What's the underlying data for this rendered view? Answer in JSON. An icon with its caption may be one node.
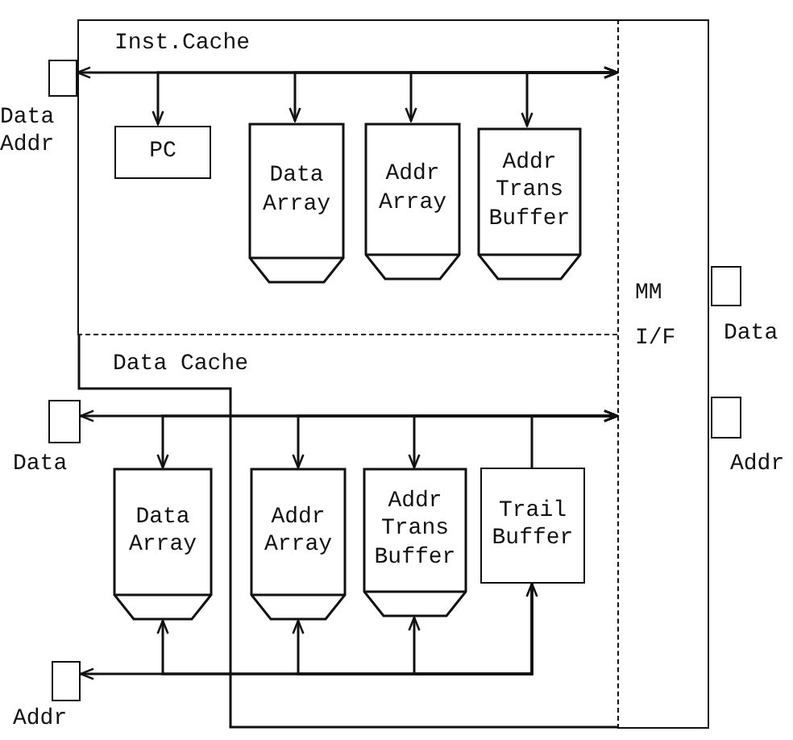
{
  "diagram": {
    "nodes": [
      {
        "text": [
          "Inst.Cache"
        ]
      },
      {
        "text": [
          "PC"
        ],
        "in": 0
      },
      {
        "text": [
          "Data Array"
        ],
        "in": 0
      },
      {
        "text": [
          "Addr Array"
        ],
        "in": 0
      },
      {
        "text": [
          "Addr Trans Buffer"
        ],
        "in": 0
      },
      {
        "text": [
          "Data Cache"
        ]
      },
      {
        "text": [
          "Data Array"
        ],
        "in": 5
      },
      {
        "text": [
          "Addr Array"
        ],
        "in": 5
      },
      {
        "text": [
          "Addr Trans Buffer"
        ],
        "in": 5
      },
      {
        "text": [
          "Trail Buffer"
        ],
        "in": 5
      },
      {
        "text": [
          "MM I/F"
        ]
      },
      {
        "text": [
          "Data Addr"
        ]
      },
      {
        "text": [
          "Data"
        ]
      },
      {
        "text": [
          "Addr"
        ]
      },
      {
        "text": [
          "Data"
        ]
      },
      {
        "text": [
          "Addr"
        ]
      }
    ],
    "edges": [
      {
        "from": 10,
        "to": 11,
        "arrow": "both"
      },
      {
        "from": 10,
        "to": 1,
        "arrow": "to"
      },
      {
        "from": 10,
        "to": 2,
        "arrow": "both"
      },
      {
        "from": 10,
        "to": 3,
        "arrow": "both"
      },
      {
        "from": 10,
        "to": 4,
        "arrow": "both"
      },
      {
        "from": 10,
        "to": 12,
        "arrow": "both"
      },
      {
        "from": 10,
        "to": 6,
        "arrow": "both"
      },
      {
        "from": 10,
        "to": 7,
        "arrow": "both"
      },
      {
        "from": 10,
        "to": 8,
        "arrow": "both"
      },
      {
        "from": 9,
        "to": 10,
        "arrow": "to"
      },
      {
        "from": 9,
        "to": 13,
        "arrow": "both"
      },
      {
        "from": 9,
        "to": 6,
        "arrow": "to"
      },
      {
        "from": 9,
        "to": 7,
        "arrow": "to"
      },
      {
        "from": 9,
        "to": 8,
        "arrow": "to"
      }
    ]
  }
}
